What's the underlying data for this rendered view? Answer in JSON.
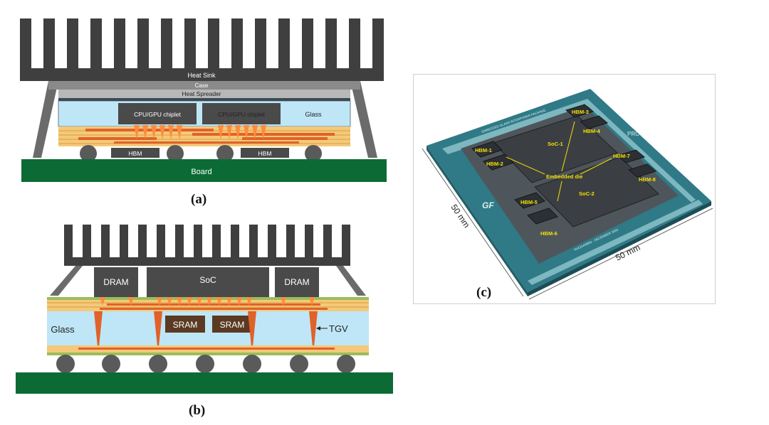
{
  "panel_a": {
    "caption": "(a)",
    "labels": {
      "heat_sink": "Heat Sink",
      "case": "Case",
      "heat_spreader": "Heat Spreader",
      "chiplet_left": "CPU/GPU chiplet",
      "chiplet_right": "CPU/GPU chiplet",
      "glass": "Glass",
      "hbm_left": "HBM",
      "hbm_right": "HBM",
      "board": "Board"
    }
  },
  "panel_b": {
    "caption": "(b)",
    "labels": {
      "dram_left": "DRAM",
      "soc": "SoC",
      "dram_right": "DRAM",
      "sram_left": "SRAM",
      "sram_right": "SRAM",
      "glass": "Glass",
      "tgv": "TGV"
    }
  },
  "panel_c": {
    "caption": "(c)",
    "labels": {
      "soc1": "SoC-1",
      "soc2": "SoC-2",
      "embedded_die": "Embedded die",
      "hbm1": "HBM-1",
      "hbm2": "HBM-2",
      "hbm3": "HBM-3",
      "hbm4": "HBM-4",
      "hbm5": "HBM-5",
      "hbm6": "HBM-6",
      "hbm7": "HBM-7",
      "hbm8": "HBM-8",
      "prc": "PRC",
      "dim_left": "50 mm",
      "dim_bottom": "50 mm",
      "top_text": "EMBEDDED GLASS INTERPOSER PACKAGE",
      "bottom_text": "NUGGARBIN - DECEMBER 2020"
    }
  }
}
